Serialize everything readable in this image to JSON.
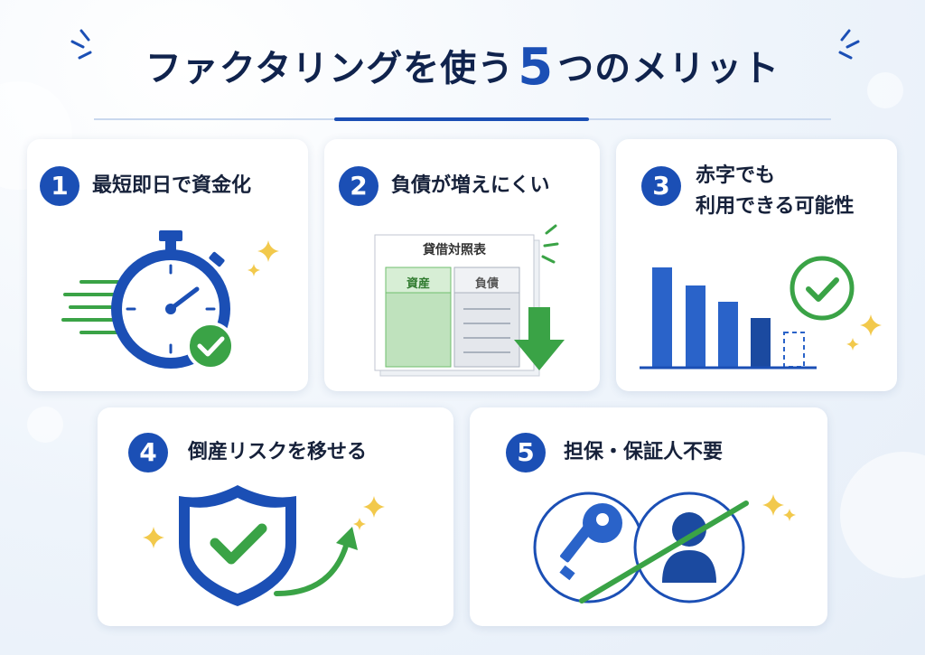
{
  "title": {
    "prefix": "ファクタリングを使う",
    "number": "5",
    "suffix": "つのメリット"
  },
  "cards": [
    {
      "number": "1",
      "title": "最短即日で資金化",
      "icon": "stopwatch-check-icon"
    },
    {
      "number": "2",
      "title": "負債が増えにくい",
      "icon": "balance-sheet-down-arrow-icon",
      "sheet": {
        "title": "貸借対照表",
        "col_assets": "資産",
        "col_liabilities": "負債"
      }
    },
    {
      "number": "3",
      "title_line1": "赤字でも",
      "title_line2": "利用できる可能性",
      "icon": "declining-bar-chart-check-icon"
    },
    {
      "number": "4",
      "title": "倒産リスクを移せる",
      "icon": "shield-check-arrow-icon"
    },
    {
      "number": "5",
      "title": "担保・保証人不要",
      "icon": "no-key-no-person-icon"
    }
  ],
  "colors": {
    "navy": "#10234d",
    "accent_blue": "#1b4fb5",
    "green": "#3aa346",
    "sparkle": "#f2c94c"
  }
}
